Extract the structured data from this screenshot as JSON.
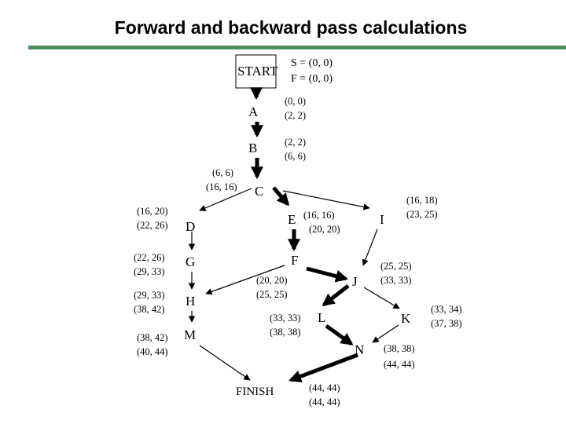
{
  "title": "Forward and backward pass calculations",
  "nodes": {
    "start": "START",
    "a": "A",
    "b": "B",
    "c": "C",
    "d": "D",
    "e": "E",
    "f": "F",
    "g": "G",
    "h": "H",
    "i": "I",
    "j": "J",
    "k": "K",
    "l": "L",
    "m": "M",
    "n": "N",
    "finish": "FINISH"
  },
  "times": {
    "start": [
      "S = (0, 0)",
      "F = (0, 0)"
    ],
    "a": [
      "(0, 0)",
      "(2, 2)"
    ],
    "b": [
      "(2, 2)",
      "(6, 6)"
    ],
    "c": [
      "(6, 6)",
      "(16, 16)"
    ],
    "d": [
      "(16, 20)",
      "(22, 26)"
    ],
    "e": [
      "(16, 16)",
      "(20, 20)"
    ],
    "f": [
      "(20, 20)",
      "(25, 25)"
    ],
    "g": [
      "(22, 26)",
      "(29, 33)"
    ],
    "h": [
      "(29, 33)",
      "(38, 42)"
    ],
    "i": [
      "(16, 18)",
      "(23, 25)"
    ],
    "j": [
      "(25, 25)",
      "(33, 33)"
    ],
    "k": [
      "(33, 34)",
      "(37, 38)"
    ],
    "l": [
      "(33, 33)",
      "(38, 38)"
    ],
    "m": [
      "(38, 42)",
      "(40, 44)"
    ],
    "n": [
      "(38, 38)",
      "(44, 44)"
    ],
    "finish": [
      "(44, 44)",
      "(44, 44)"
    ]
  }
}
